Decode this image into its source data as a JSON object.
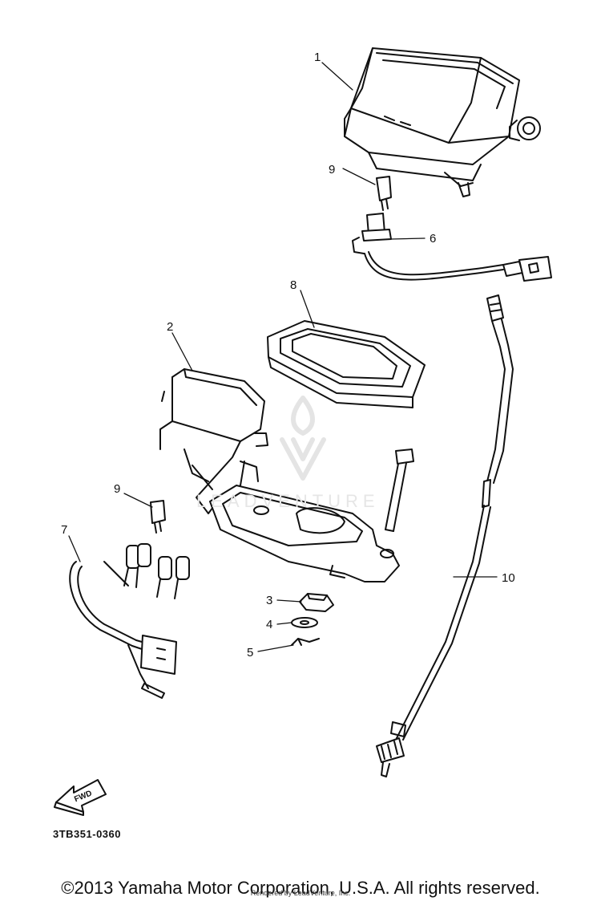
{
  "callouts": [
    "1",
    "2",
    "3",
    "4",
    "5",
    "6",
    "7",
    "8",
    "9",
    "9",
    "10"
  ],
  "fwd_label": "FWD",
  "diagram_code": "3TB351-0360",
  "copyright": "©2013 Yamaha Motor Corporation, U.S.A. All rights reserved.",
  "rendered_by": "Rendered by LeadVenture, Inc.",
  "watermark": "LEADVENTURE",
  "colors": {
    "line": "#111111",
    "background": "#ffffff",
    "watermark": "#e6e6e6"
  }
}
